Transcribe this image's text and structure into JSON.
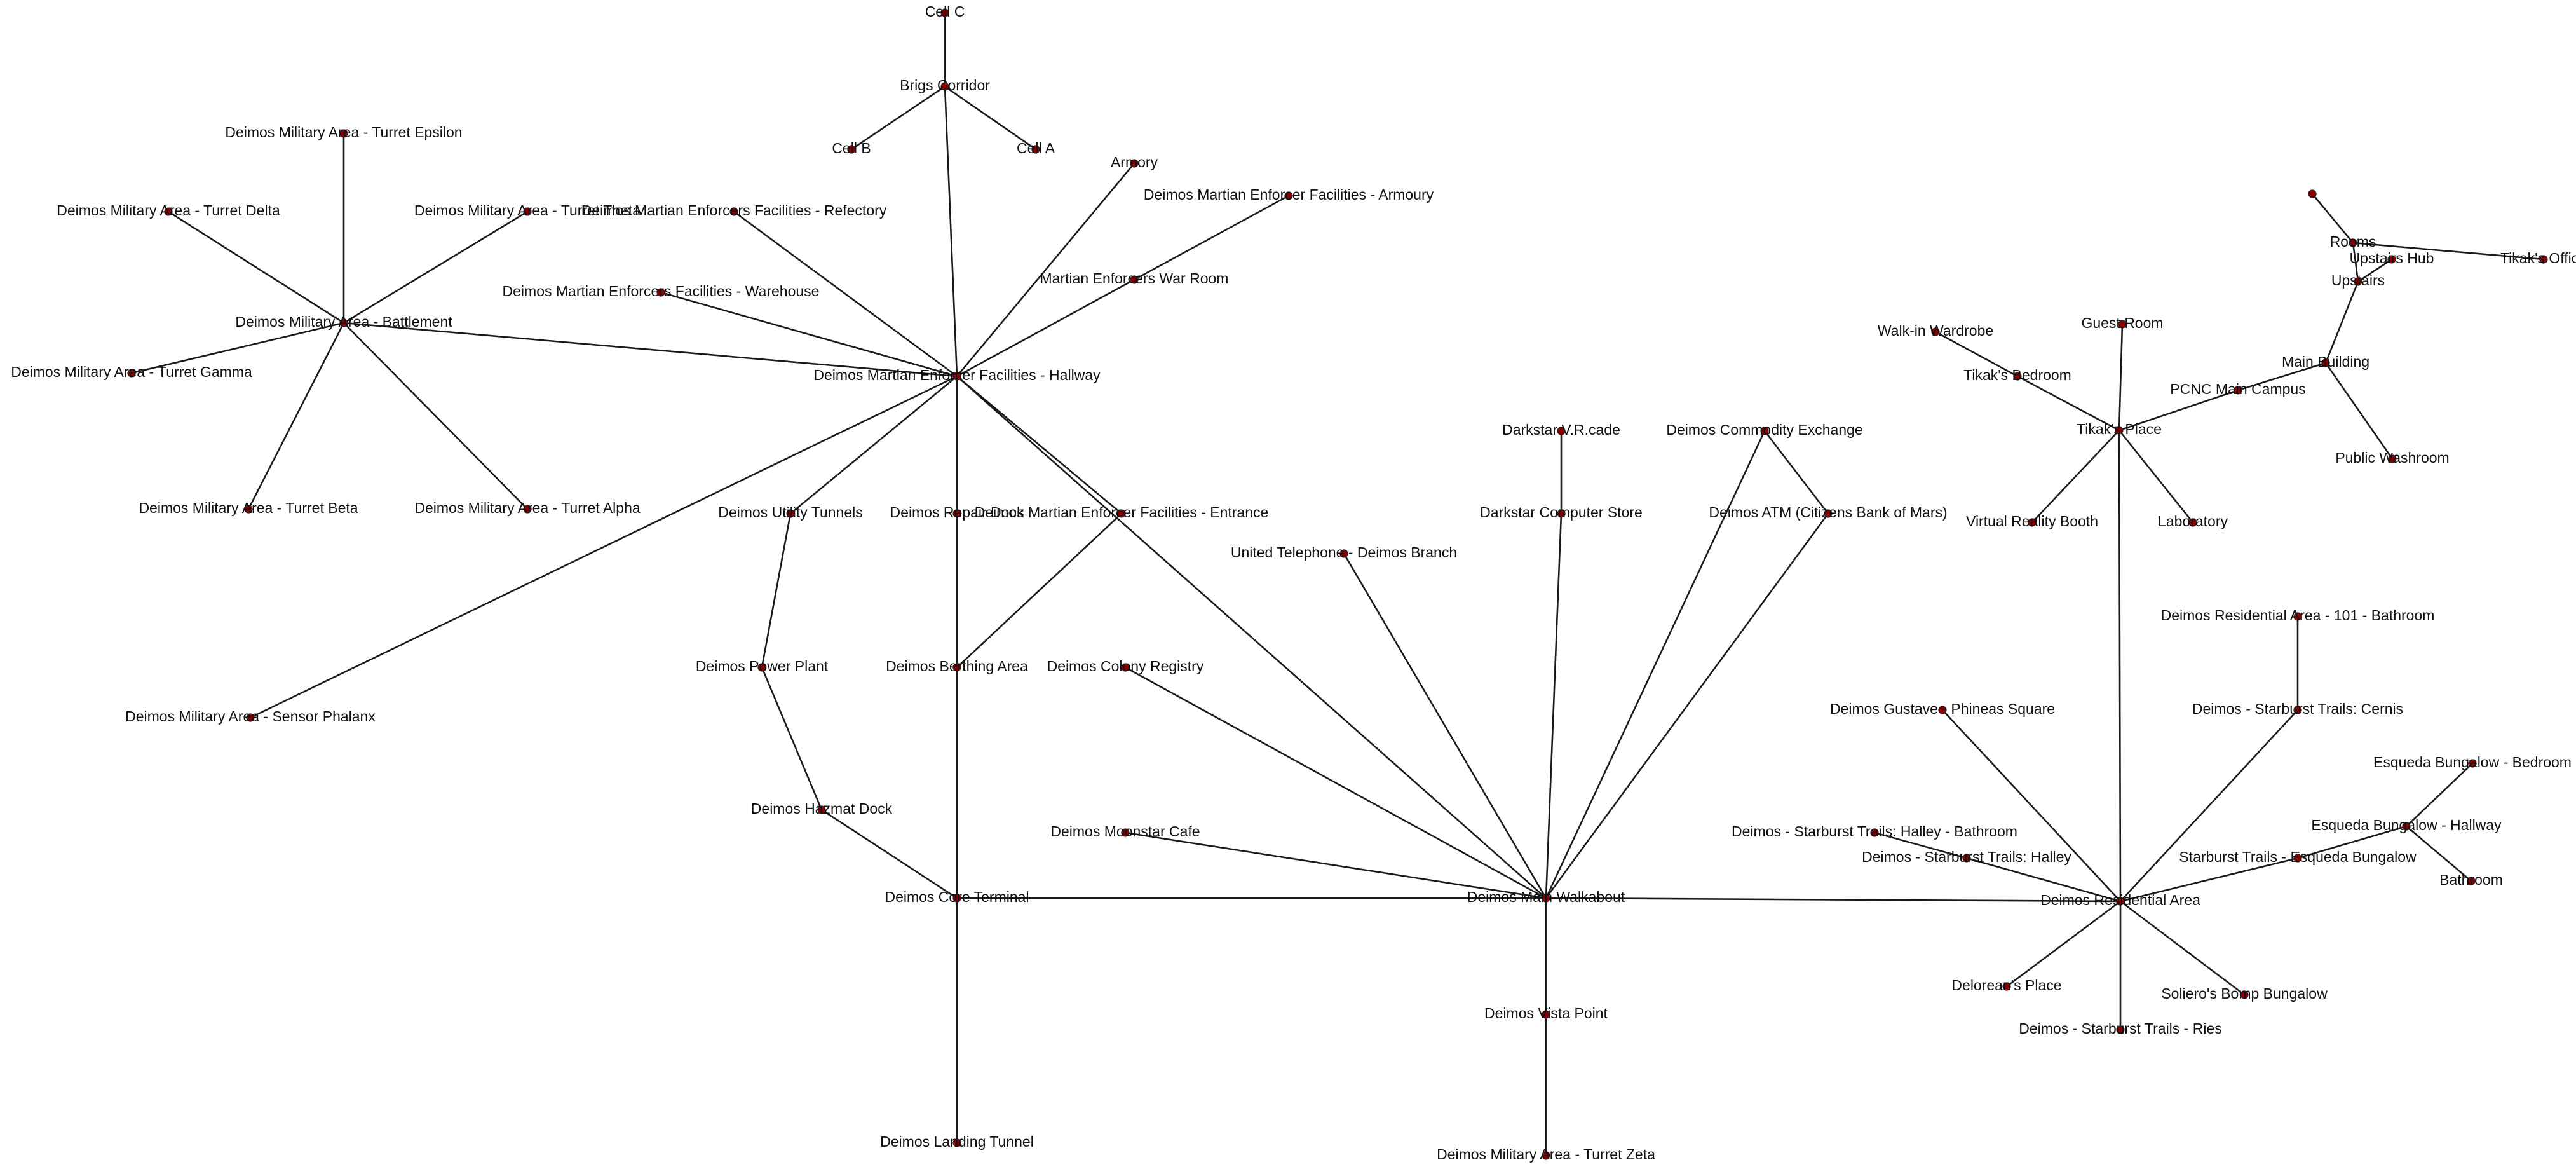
{
  "nodes": [
    {
      "id": "cell_c",
      "label": "Cell C"
    },
    {
      "id": "brigs_corridor",
      "label": "Brigs Corridor"
    },
    {
      "id": "cell_b",
      "label": "Cell B"
    },
    {
      "id": "cell_a",
      "label": "Cell A"
    },
    {
      "id": "armory",
      "label": "Armory"
    },
    {
      "id": "dmef_armoury",
      "label": "Deimos Martian Enforcer Facilities - Armoury"
    },
    {
      "id": "dmef_refectory",
      "label": "Deimos Martian Enforcers Facilities - Refectory"
    },
    {
      "id": "turret_epsilon",
      "label": "Deimos Military Area - Turret Epsilon"
    },
    {
      "id": "turret_delta",
      "label": "Deimos Military Area - Turret Delta"
    },
    {
      "id": "turret_theta",
      "label": "Deimos Military Area - Turret Theta"
    },
    {
      "id": "war_room",
      "label": "Martian Enforcers War Room"
    },
    {
      "id": "dmef_warehouse",
      "label": "Deimos Martian Enforcers Facilities - Warehouse"
    },
    {
      "id": "battlement",
      "label": "Deimos Military Area - Battlement"
    },
    {
      "id": "turret_gamma",
      "label": "Deimos Military Area - Turret Gamma"
    },
    {
      "id": "hallway",
      "label": "Deimos Martian Enforcer Facilities - Hallway"
    },
    {
      "id": "turret_beta",
      "label": "Deimos Military Area - Turret Beta"
    },
    {
      "id": "turret_alpha",
      "label": "Deimos Military Area - Turret Alpha"
    },
    {
      "id": "utility_tunnels",
      "label": "Deimos Utility Tunnels"
    },
    {
      "id": "repair_dock",
      "label": "Deimos Repair Dock"
    },
    {
      "id": "dmef_entrance",
      "label": "Deimos Martian Enforcer Facilities - Entrance"
    },
    {
      "id": "power_plant",
      "label": "Deimos Power Plant"
    },
    {
      "id": "berthing_area",
      "label": "Deimos Berthing Area"
    },
    {
      "id": "colony_registry",
      "label": "Deimos Colony Registry"
    },
    {
      "id": "sensor_phalanx",
      "label": "Deimos Military Area - Sensor Phalanx"
    },
    {
      "id": "hazmat_dock",
      "label": "Deimos Hazmat Dock"
    },
    {
      "id": "moonstar_cafe",
      "label": "Deimos Moonstar Cafe"
    },
    {
      "id": "core_terminal",
      "label": "Deimos Core Terminal"
    },
    {
      "id": "landing_tunnel",
      "label": "Deimos Landing Tunnel"
    },
    {
      "id": "arcade",
      "label": "Darkstar V.R.cade"
    },
    {
      "id": "commodity_exchange",
      "label": "Deimos Commodity Exchange"
    },
    {
      "id": "computer_store",
      "label": "Darkstar Computer Store"
    },
    {
      "id": "atm",
      "label": "Deimos ATM (Citizens Bank of Mars)"
    },
    {
      "id": "telephone",
      "label": "United Telephone - Deimos Branch"
    },
    {
      "id": "main_walkabout",
      "label": "Deimos Main Walkabout"
    },
    {
      "id": "vista_point",
      "label": "Deimos Vista Point"
    },
    {
      "id": "turret_zeta",
      "label": "Deimos Military Area - Turret Zeta"
    },
    {
      "id": "walkin_wardrobe",
      "label": "Walk-in Wardrobe"
    },
    {
      "id": "guest_room",
      "label": "Guest Room"
    },
    {
      "id": "tikaks_bedroom",
      "label": "Tikak's Bedroom"
    },
    {
      "id": "tikaks_place",
      "label": "Tikak's Place"
    },
    {
      "id": "virtual_reality_booth",
      "label": "Virtual Reality Booth"
    },
    {
      "id": "laboratory",
      "label": "Laboratory"
    },
    {
      "id": "unlabeled",
      "label": ""
    },
    {
      "id": "rooms",
      "label": "Rooms"
    },
    {
      "id": "upstairs_hub",
      "label": "Upstairs Hub"
    },
    {
      "id": "tikaks_office",
      "label": "Tikak's Office"
    },
    {
      "id": "upstairs",
      "label": "Upstairs"
    },
    {
      "id": "main_building",
      "label": "Main Building"
    },
    {
      "id": "pcnc_main_campus",
      "label": "PCNC Main Campus"
    },
    {
      "id": "public_washroom",
      "label": "Public Washroom"
    },
    {
      "id": "res_101_bathroom",
      "label": "Deimos Residential Area - 101 - Bathroom"
    },
    {
      "id": "gustave_phineas",
      "label": "Deimos Gustave - Phineas Square"
    },
    {
      "id": "starburst_cernis",
      "label": "Deimos - Starburst Trails: Cernis"
    },
    {
      "id": "esqueda_bedroom",
      "label": "Esqueda Bungalow - Bedroom"
    },
    {
      "id": "esqueda_hallway",
      "label": "Esqueda Bungalow - Hallway"
    },
    {
      "id": "halley_bathroom",
      "label": "Deimos - Starburst Trails: Halley - Bathroom"
    },
    {
      "id": "starburst_halley",
      "label": "Deimos - Starburst Trails: Halley"
    },
    {
      "id": "starburst_esqueda",
      "label": "Starburst Trails - Esqueda Bungalow"
    },
    {
      "id": "bathroom",
      "label": "Bathroom"
    },
    {
      "id": "residential_area",
      "label": "Deimos Residential Area"
    },
    {
      "id": "deloreans_place",
      "label": "Delorean's Place"
    },
    {
      "id": "solieros_bungalow",
      "label": "Soliero's Bomp Bungalow"
    },
    {
      "id": "starburst_ries",
      "label": "Deimos - Starburst Trails - Ries"
    }
  ],
  "edges": [
    [
      "brigs_corridor",
      "cell_c"
    ],
    [
      "brigs_corridor",
      "cell_b"
    ],
    [
      "brigs_corridor",
      "cell_a"
    ],
    [
      "brigs_corridor",
      "hallway"
    ],
    [
      "hallway",
      "armory"
    ],
    [
      "hallway",
      "war_room"
    ],
    [
      "war_room",
      "dmef_armoury"
    ],
    [
      "hallway",
      "dmef_refectory"
    ],
    [
      "hallway",
      "dmef_warehouse"
    ],
    [
      "hallway",
      "battlement"
    ],
    [
      "hallway",
      "utility_tunnels"
    ],
    [
      "hallway",
      "repair_dock"
    ],
    [
      "hallway",
      "dmef_entrance"
    ],
    [
      "hallway",
      "sensor_phalanx"
    ],
    [
      "hallway",
      "main_walkabout"
    ],
    [
      "battlement",
      "turret_epsilon"
    ],
    [
      "battlement",
      "turret_delta"
    ],
    [
      "battlement",
      "turret_theta"
    ],
    [
      "battlement",
      "turret_gamma"
    ],
    [
      "battlement",
      "turret_beta"
    ],
    [
      "battlement",
      "turret_alpha"
    ],
    [
      "utility_tunnels",
      "power_plant"
    ],
    [
      "power_plant",
      "hazmat_dock"
    ],
    [
      "hazmat_dock",
      "core_terminal"
    ],
    [
      "repair_dock",
      "berthing_area"
    ],
    [
      "dmef_entrance",
      "berthing_area"
    ],
    [
      "berthing_area",
      "core_terminal"
    ],
    [
      "core_terminal",
      "landing_tunnel"
    ],
    [
      "core_terminal",
      "main_walkabout"
    ],
    [
      "colony_registry",
      "main_walkabout"
    ],
    [
      "moonstar_cafe",
      "main_walkabout"
    ],
    [
      "telephone",
      "main_walkabout"
    ],
    [
      "arcade",
      "computer_store"
    ],
    [
      "computer_store",
      "main_walkabout"
    ],
    [
      "commodity_exchange",
      "main_walkabout"
    ],
    [
      "commodity_exchange",
      "atm"
    ],
    [
      "atm",
      "main_walkabout"
    ],
    [
      "main_walkabout",
      "vista_point"
    ],
    [
      "vista_point",
      "turret_zeta"
    ],
    [
      "main_walkabout",
      "residential_area"
    ],
    [
      "walkin_wardrobe",
      "tikaks_bedroom"
    ],
    [
      "tikaks_bedroom",
      "tikaks_place"
    ],
    [
      "guest_room",
      "tikaks_place"
    ],
    [
      "tikaks_place",
      "virtual_reality_booth"
    ],
    [
      "tikaks_place",
      "laboratory"
    ],
    [
      "tikaks_place",
      "pcnc_main_campus"
    ],
    [
      "tikaks_place",
      "residential_area"
    ],
    [
      "pcnc_main_campus",
      "main_building"
    ],
    [
      "main_building",
      "upstairs"
    ],
    [
      "main_building",
      "public_washroom"
    ],
    [
      "upstairs",
      "rooms"
    ],
    [
      "upstairs",
      "upstairs_hub"
    ],
    [
      "rooms",
      "unlabeled"
    ],
    [
      "rooms",
      "tikaks_office"
    ],
    [
      "res_101_bathroom",
      "starburst_cernis"
    ],
    [
      "starburst_cernis",
      "residential_area"
    ],
    [
      "gustave_phineas",
      "residential_area"
    ],
    [
      "halley_bathroom",
      "starburst_halley"
    ],
    [
      "starburst_halley",
      "residential_area"
    ],
    [
      "esqueda_bedroom",
      "esqueda_hallway"
    ],
    [
      "esqueda_hallway",
      "bathroom"
    ],
    [
      "esqueda_hallway",
      "starburst_esqueda"
    ],
    [
      "starburst_esqueda",
      "residential_area"
    ],
    [
      "residential_area",
      "deloreans_place"
    ],
    [
      "residential_area",
      "solieros_bungalow"
    ],
    [
      "residential_area",
      "starburst_ries"
    ]
  ]
}
